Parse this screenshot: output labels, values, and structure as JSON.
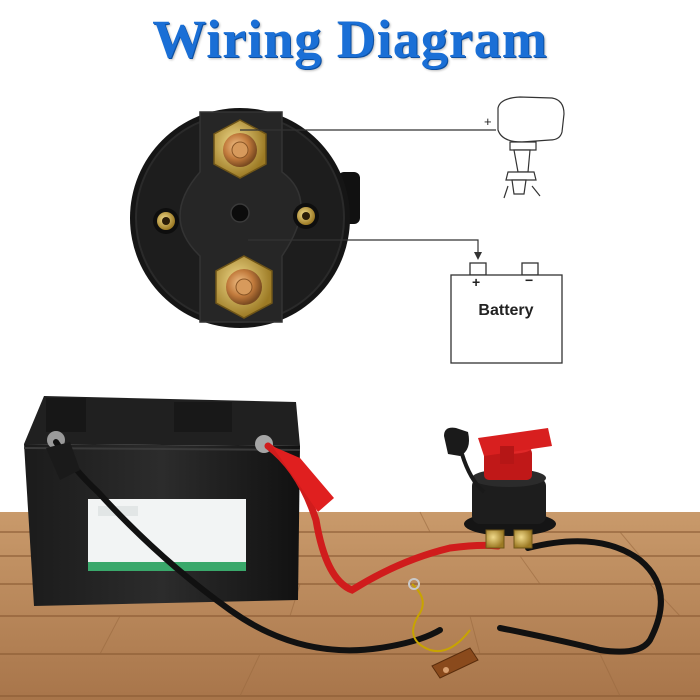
{
  "title": "Wiring Diagram",
  "schematic": {
    "battery_label": "Battery",
    "plus_top": "+",
    "plus_batt": "+",
    "minus_batt": "−"
  },
  "colors": {
    "title": "#1a6fd6",
    "wire_red": "#d01c1c",
    "wire_black": "#111111",
    "wood": "#b9875a"
  },
  "icons": [
    "switch-face",
    "outboard-motor-icon",
    "battery-symbol",
    "car-battery",
    "disconnect-switch",
    "key",
    "ring-terminal"
  ]
}
